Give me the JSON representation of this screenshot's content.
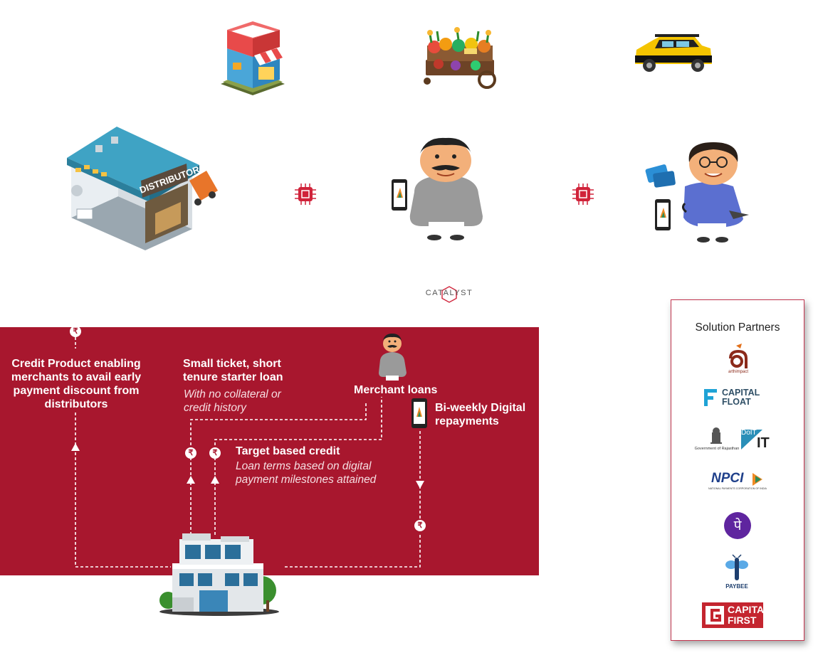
{
  "catalyst_logo": "CATALYST",
  "panel": {
    "credit_product": "Credit Product enabling merchants to avail early payment discount from distributors",
    "starter_title": "Small ticket, short tenure starter loan",
    "starter_sub": "With no collateral or credit history",
    "merchant_loans": "Merchant loans",
    "repayments": "Bi-weekly Digital repayments",
    "target_title": "Target based credit",
    "target_sub": "Loan terms based on digital payment milestones attained",
    "rupee": "₹"
  },
  "distributor_sign": "DISTRIBUTOR",
  "partners": {
    "title": "Solution Partners",
    "arthimpact": "arthimpact",
    "capital_float": [
      "CAPITAL",
      "FLOAT"
    ],
    "gov_rajasthan": "Government of Rajasthan",
    "doit": "DoIT",
    "npci": "NPCI",
    "npci_sub": "NATIONAL PAYMENTS CORPORATION OF INDIA",
    "phonepe_glyph": "पे",
    "paybee": "PAYBEE",
    "capital_first": [
      "CAPITAL",
      "FIRST"
    ]
  },
  "colors": {
    "panel_red": "#a8172e",
    "chip_red": "#d0233a",
    "card_border": "#c2344e"
  }
}
